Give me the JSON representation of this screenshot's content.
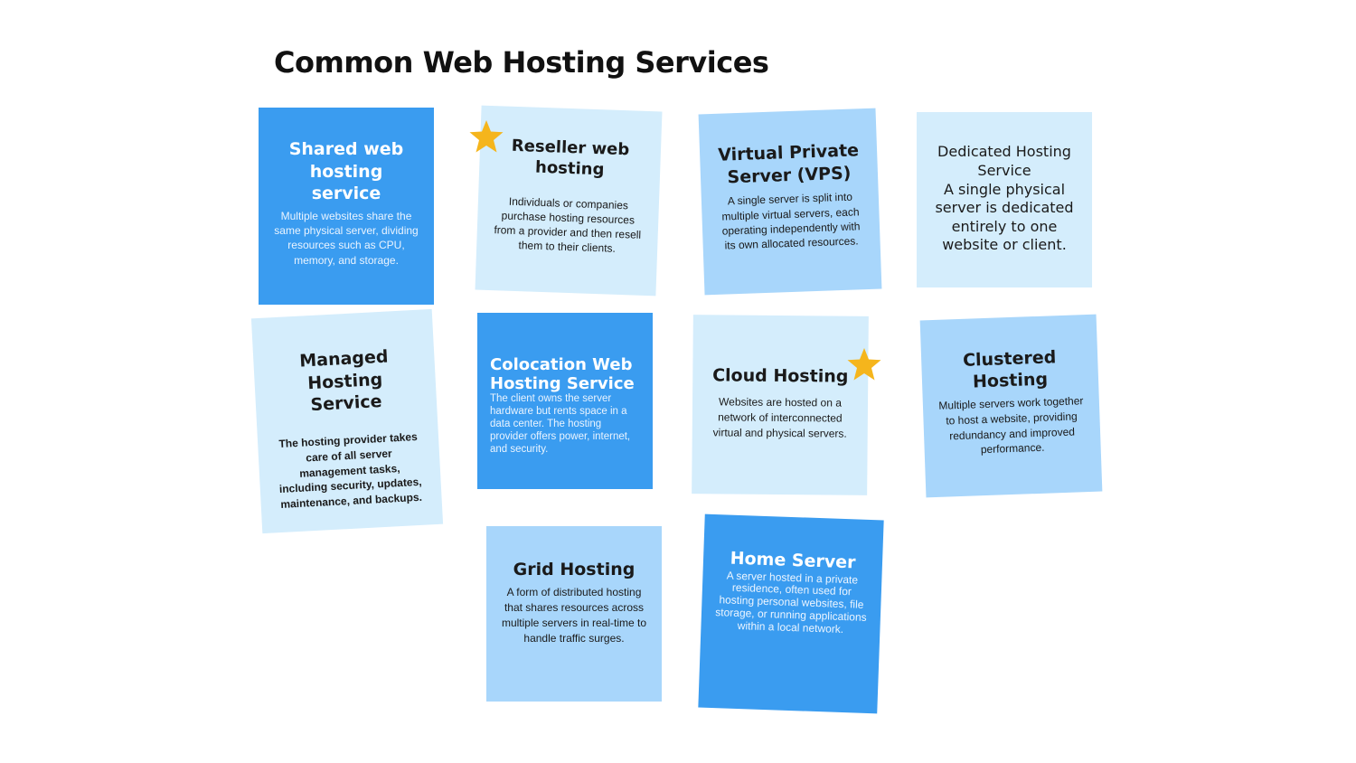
{
  "page": {
    "title": "Common Web Hosting Services"
  },
  "colors": {
    "dark_note": "#3a9cf0",
    "mid_note": "#a8d6fb",
    "light_note": "#d4edfc",
    "star": "#f5b51c"
  },
  "notes": [
    {
      "title": "Shared web hosting service",
      "body": "Multiple websites share the same physical server, dividing resources such as CPU, memory, and storage.",
      "color": "dark"
    },
    {
      "title": "Reseller web hosting",
      "body": "Individuals or companies purchase hosting resources from a provider and then resell them to their clients.",
      "color": "light",
      "starred": true
    },
    {
      "title": "Virtual Private Server (VPS)",
      "body": "A single server is split into multiple virtual servers, each operating independently with its own allocated resources.",
      "color": "mid"
    },
    {
      "title": "Dedicated Hosting Service",
      "body": "A single physical server is dedicated entirely to one website or client.",
      "color": "light"
    },
    {
      "title": "Managed Hosting Service",
      "body": "The hosting provider takes care of all server management tasks, including security, updates, maintenance, and backups.",
      "color": "light"
    },
    {
      "title": "Colocation Web Hosting Service",
      "body": "The client owns the server hardware but rents space in a data center. The hosting provider offers power, internet, and security.",
      "color": "dark"
    },
    {
      "title": "Cloud Hosting",
      "body": "Websites are hosted on a network of interconnected virtual and physical servers.",
      "color": "light",
      "starred": true
    },
    {
      "title": "Clustered Hosting",
      "body": "Multiple servers work together to host a website, providing redundancy and improved performance.",
      "color": "mid"
    },
    {
      "title": "Grid Hosting",
      "body": "A form of distributed hosting that shares resources across multiple servers in real-time to handle traffic surges.",
      "color": "mid"
    },
    {
      "title": "Home Server",
      "body": "A server hosted in a private residence, often used for hosting personal websites, file storage, or running applications within a local network.",
      "color": "dark"
    }
  ],
  "icons": {
    "star": "star-icon"
  }
}
